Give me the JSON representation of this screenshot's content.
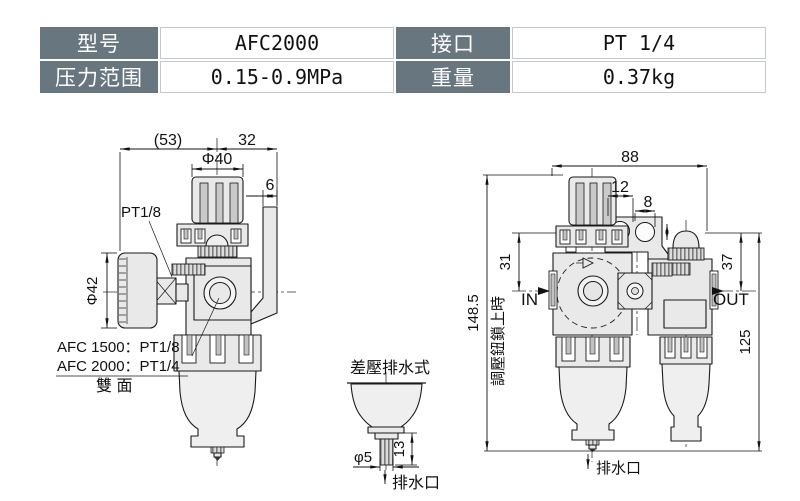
{
  "spec_table": {
    "rows": [
      {
        "label1": "型号",
        "value1": "AFC2000",
        "label2": "接口",
        "value2": "PT 1/4"
      },
      {
        "label1": "压力范围",
        "value1": "0.15-0.9MPa",
        "label2": "重量",
        "value2": "0.37kg"
      }
    ]
  },
  "colors": {
    "header_bg": "#68767f",
    "header_text": "#ffffff",
    "line": "#1a1a1a",
    "part_fill": "#e9e9e9"
  },
  "left_view": {
    "dim_53": "(53)",
    "dim_32": "32",
    "dim_d40": "Φ40",
    "dim_6": "6",
    "port_label": "PT1/8",
    "dim_d42": "Φ42",
    "note1": "AFC 1500：PT1/8",
    "note2": "AFC 2000：PT1/4",
    "note3": "雙  面"
  },
  "middle_view": {
    "title": "差壓排水式",
    "dim_13": "13",
    "dim_d5": "φ5",
    "drain_label": "排水口"
  },
  "right_view": {
    "dim_88": "88",
    "dim_12": "12",
    "dim_8": "8",
    "dim_31": "31",
    "dim_37": "37",
    "dim_148_5": "148.5",
    "dim_125": "125",
    "label_in": "IN",
    "label_out": "OUT",
    "knob_note": "調壓鈕鎖上時",
    "drain_label": "排水口"
  }
}
